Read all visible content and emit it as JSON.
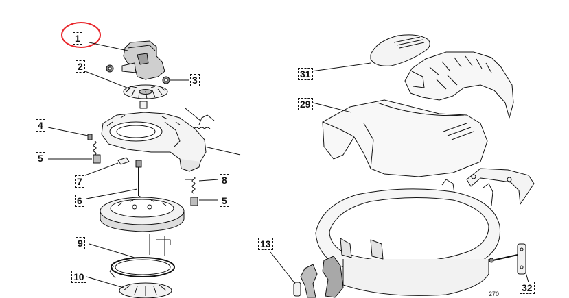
{
  "callouts": {
    "c1": "1",
    "c2": "2",
    "c3": "3",
    "c4": "4",
    "c5a": "5",
    "c7": "7",
    "c6": "6",
    "c8": "8",
    "c5b": "5",
    "c9": "9",
    "c10": "10",
    "c31": "31",
    "c29": "29",
    "c13": "13",
    "c32": "32"
  },
  "figure_code": "270",
  "colors": {
    "line": "#111111",
    "part_fill": "#f2f2f2",
    "part_shade": "#bdbdbd",
    "highlight": "#e8262b"
  }
}
